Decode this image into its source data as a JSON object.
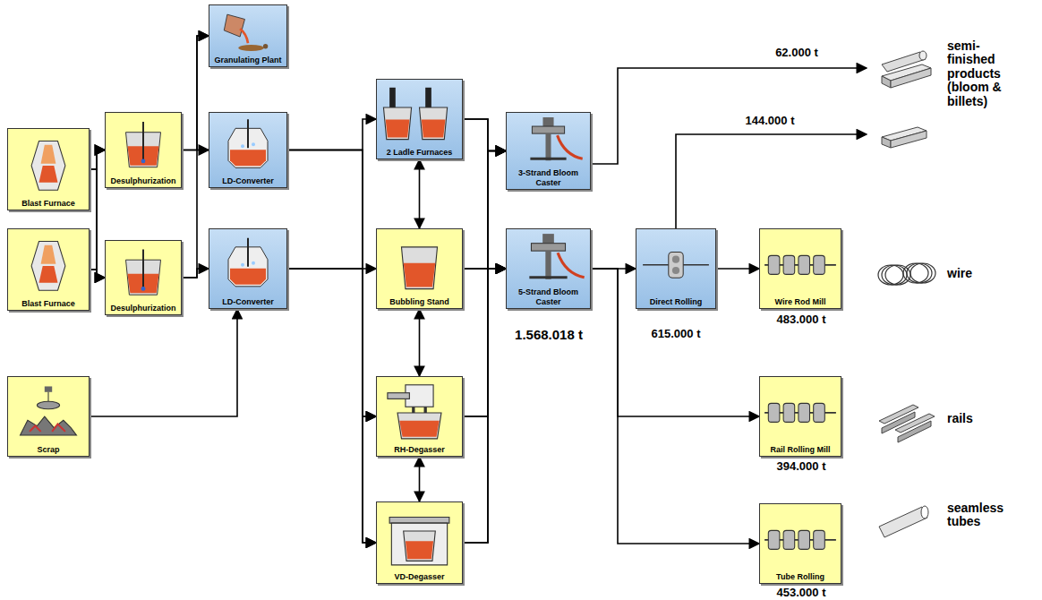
{
  "diagram": {
    "nodes": [
      {
        "text": [
          "Blast Furnace"
        ]
      },
      {
        "text": [
          "Blast Furnace"
        ]
      },
      {
        "text": [
          "Scrap"
        ]
      },
      {
        "text": [
          "Desulphurization"
        ]
      },
      {
        "text": [
          "Desulphurization"
        ]
      },
      {
        "text": [
          "Granulating Plant"
        ]
      },
      {
        "text": [
          "LD-Converter"
        ]
      },
      {
        "text": [
          "LD-Converter"
        ]
      },
      {
        "text": [
          "2 Ladle Furnaces"
        ]
      },
      {
        "text": [
          "Bubbling Stand"
        ]
      },
      {
        "text": [
          "RH-Degasser"
        ]
      },
      {
        "text": [
          "VD-Degasser"
        ]
      },
      {
        "text": [
          "3-Strand Bloom Caster"
        ]
      },
      {
        "text": [
          "5-Strand Bloom Caster"
        ]
      },
      {
        "text": [
          "Direct Rolling"
        ]
      },
      {
        "text": [
          "Wire Rod Mill"
        ]
      },
      {
        "text": [
          "Rail Rolling Mill"
        ]
      },
      {
        "text": [
          "Tube Rolling"
        ]
      }
    ],
    "edges": [
      {
        "from": 0,
        "to": 3,
        "arrow": "to"
      },
      {
        "from": 0,
        "to": 4,
        "arrow": "to"
      },
      {
        "from": 1,
        "to": 3,
        "arrow": "to"
      },
      {
        "from": 1,
        "to": 4,
        "arrow": "to"
      },
      {
        "from": 3,
        "to": 5,
        "arrow": "to"
      },
      {
        "from": 3,
        "to": 6,
        "arrow": "to"
      },
      {
        "from": 4,
        "to": 7,
        "arrow": "to"
      },
      {
        "from": 4,
        "to": 5,
        "arrow": "to"
      },
      {
        "from": 2,
        "to": 7,
        "arrow": "to"
      },
      {
        "from": 6,
        "to": 8,
        "arrow": "to"
      },
      {
        "from": 6,
        "to": 10,
        "arrow": "to"
      },
      {
        "from": 6,
        "to": 11,
        "arrow": "to"
      },
      {
        "from": 7,
        "to": 9,
        "arrow": "to"
      },
      {
        "from": 7,
        "to": 10,
        "arrow": "to"
      },
      {
        "from": 7,
        "to": 11,
        "arrow": "to"
      },
      {
        "from": 8,
        "to": 9,
        "arrow": "both"
      },
      {
        "from": 9,
        "to": 10,
        "arrow": "both"
      },
      {
        "from": 10,
        "to": 11,
        "arrow": "both"
      },
      {
        "from": 8,
        "to": 12,
        "arrow": "to"
      },
      {
        "from": 8,
        "to": 13,
        "arrow": "to"
      },
      {
        "from": 9,
        "to": 12,
        "arrow": "to"
      },
      {
        "from": 9,
        "to": 13,
        "arrow": "to"
      },
      {
        "from": 10,
        "to": 12,
        "arrow": "to"
      },
      {
        "from": 10,
        "to": 13,
        "arrow": "to"
      },
      {
        "from": 11,
        "to": 12,
        "arrow": "to"
      },
      {
        "from": 11,
        "to": 13,
        "arrow": "to"
      },
      {
        "from": 13,
        "to": 14,
        "arrow": "to"
      },
      {
        "from": 13,
        "to": 16,
        "arrow": "to"
      },
      {
        "from": 13,
        "to": 17,
        "arrow": "to"
      },
      {
        "from": 14,
        "to": 15,
        "arrow": "to"
      }
    ],
    "labels": [
      "62.000 t",
      "semi-finished products (bloom & billets)",
      "144.000 t",
      "1.568.018 t",
      "615.000 t",
      "483.000 t",
      "wire",
      "rails",
      "394.000 t",
      "seamless tubes",
      "453.000 t"
    ]
  }
}
